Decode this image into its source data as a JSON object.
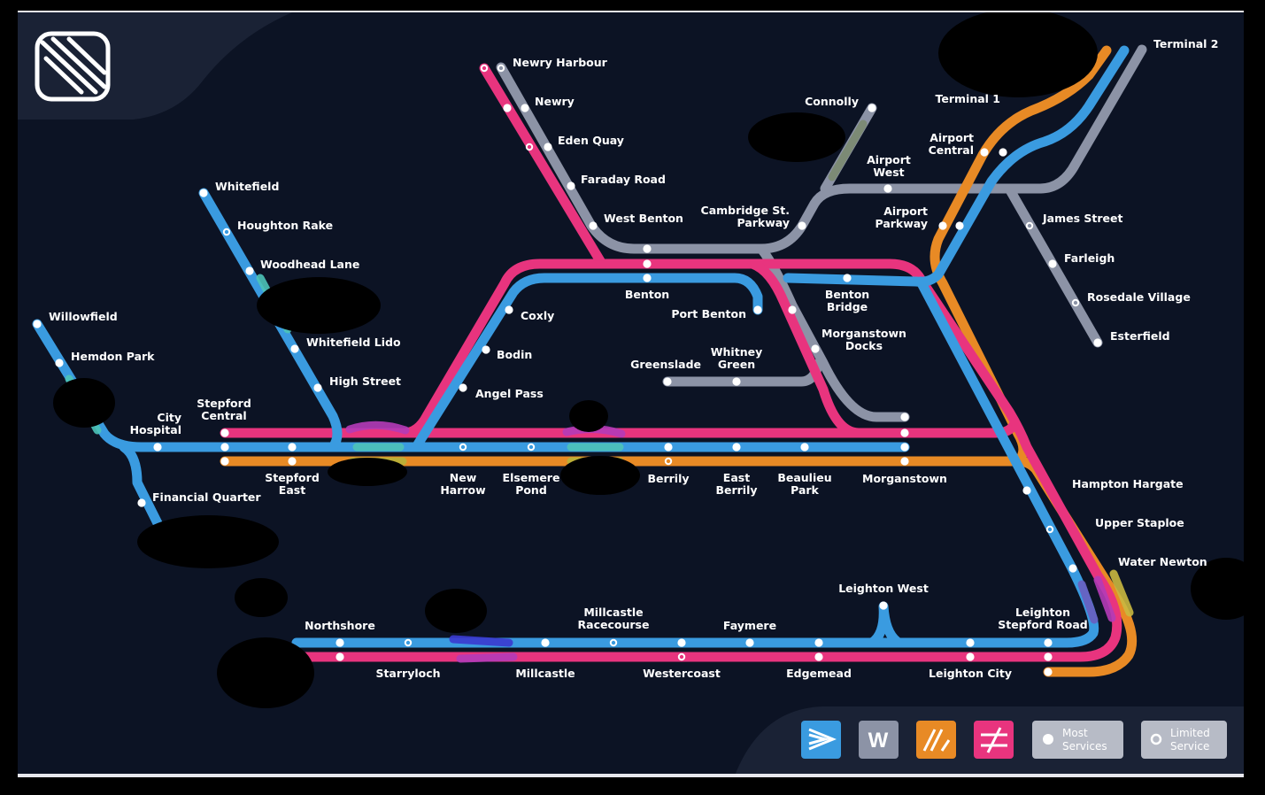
{
  "colors": {
    "background": "#0c1324",
    "panel": "#1a2235",
    "blue": "#3a9be0",
    "pink": "#e8347e",
    "orange": "#e88a25",
    "grey": "#8c93a6",
    "station": "#ffffff"
  },
  "logo": {
    "icon": "stylized-slash-lines-logo"
  },
  "stations": {
    "newry_harbour": "Newry Harbour",
    "newry": "Newry",
    "eden_quay": "Eden Quay",
    "faraday_road": "Faraday Road",
    "west_benton": "West Benton",
    "connolly": "Connolly",
    "terminal_1": "Terminal 1",
    "terminal_2": "Terminal 2",
    "airport_central": "Airport Central",
    "airport_west": "Airport West",
    "airport_parkway": "Airport Parkway",
    "cambridge_st_parkway": "Cambridge St. Parkway",
    "james_street": "James Street",
    "farleigh": "Farleigh",
    "rosedale_village": "Rosedale Village",
    "esterfield": "Esterfield",
    "whitefield": "Whitefield",
    "houghton_rake": "Houghton Rake",
    "woodhead_lane": "Woodhead Lane",
    "whitefield_lido": "Whitefield Lido",
    "high_street": "High Street",
    "willowfield": "Willowfield",
    "hemdon_park": "Hemdon Park",
    "city_hospital": "City Hospital",
    "stepford_central": "Stepford Central",
    "financial_quarter": "Financial Quarter",
    "stepford_east": "Stepford East",
    "new_harrow": "New Harrow",
    "elsemere_pond": "Elsemere Pond",
    "berrily": "Berrily",
    "east_berrily": "East Berrily",
    "beaulieu_park": "Beaulieu Park",
    "morganstown": "Morganstown",
    "benton": "Benton",
    "port_benton": "Port Benton",
    "benton_bridge": "Benton Bridge",
    "morganstown_docks": "Morganstown Docks",
    "whitney_green": "Whitney Green",
    "greenslade": "Greenslade",
    "coxly": "Coxly",
    "bodin": "Bodin",
    "angel_pass": "Angel Pass",
    "hampton_hargate": "Hampton Hargate",
    "upper_staploe": "Upper Staploe",
    "water_newton": "Water Newton",
    "leighton_west": "Leighton West",
    "leighton_stepford_road": "Leighton Stepford Road",
    "northshore": "Northshore",
    "millcastle_racecourse": "Millcastle Racecourse",
    "faymere": "Faymere",
    "starryloch": "Starryloch",
    "millcastle": "Millcastle",
    "westercoast": "Westercoast",
    "edgemead": "Edgemead",
    "leighton_city": "Leighton City"
  },
  "legend": {
    "operators": [
      {
        "icon": "blue-arrow-operator-icon",
        "glyph": "⋗",
        "color": "#3a9be0"
      },
      {
        "icon": "grey-w-operator-icon",
        "glyph": "W",
        "color": "#8c93a6"
      },
      {
        "icon": "orange-airline-operator-icon",
        "glyph": "⫽",
        "color": "#e88a25"
      },
      {
        "icon": "pink-rail-operator-icon",
        "glyph": "≠",
        "color": "#e8347e"
      }
    ],
    "most_services": "Most Services",
    "limited_service": "Limited Service"
  }
}
